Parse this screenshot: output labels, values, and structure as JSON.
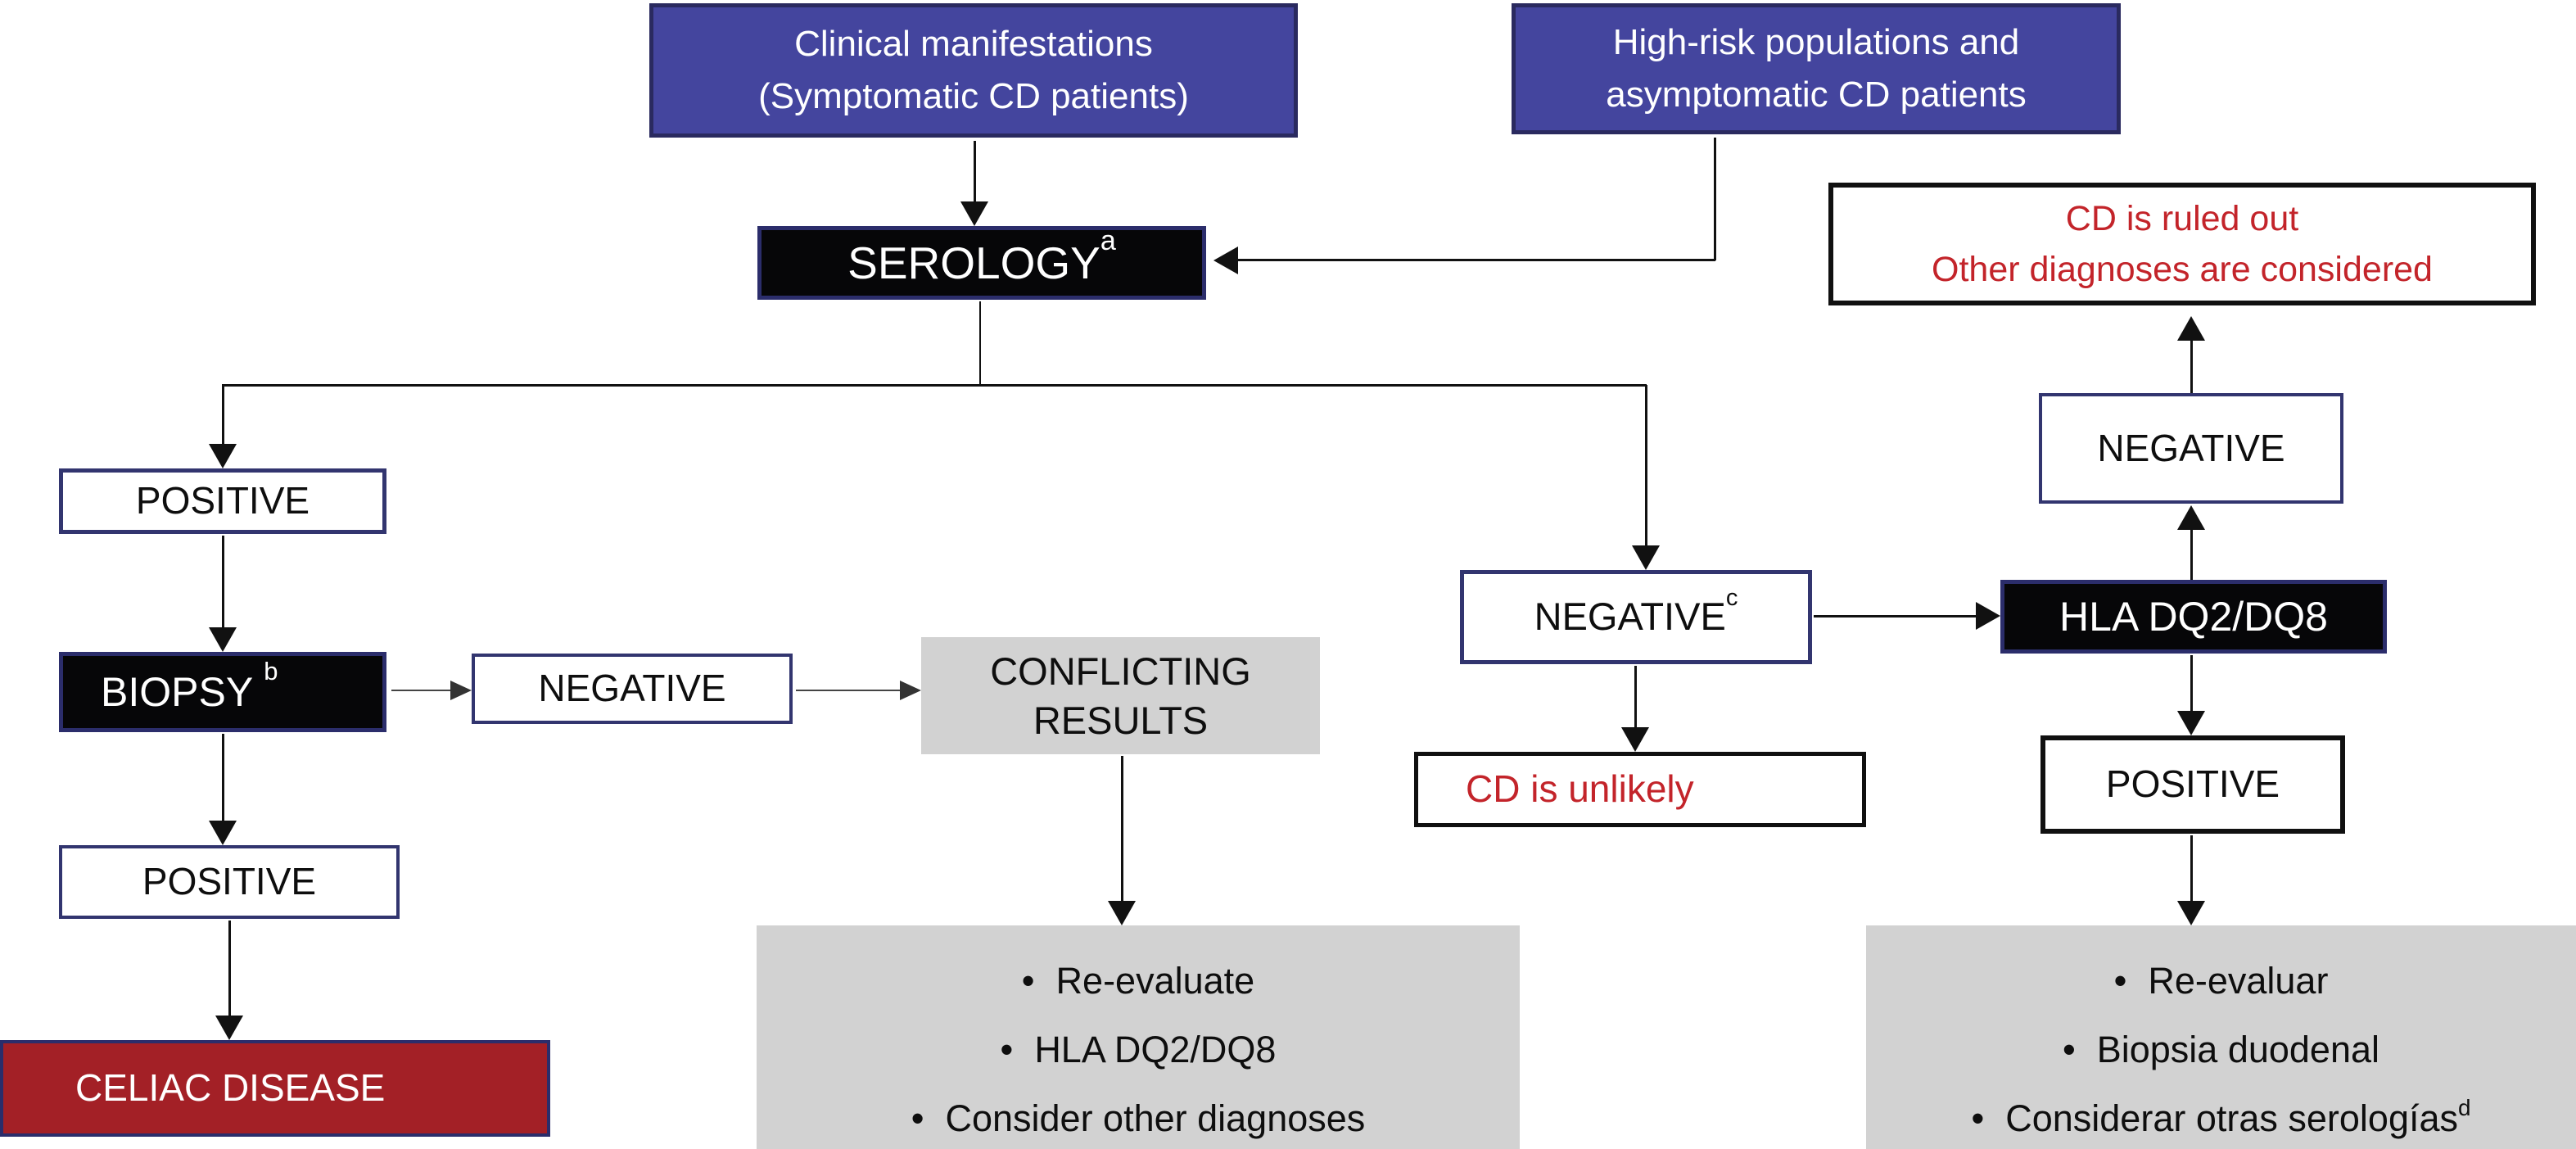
{
  "colors": {
    "box_blue": "#44459e",
    "box_black": "#060608",
    "box_gray": "#d2d2d2",
    "box_dark_red": "#a32026",
    "border_navy": "#2b2d6b",
    "border_black": "#101010",
    "text_red": "#c3242a",
    "arrow_black": "#111111"
  },
  "nodes": {
    "clinical": {
      "line1": "Clinical manifestations",
      "line2": "(Symptomatic CD patients)"
    },
    "high_risk": {
      "line1": "High-risk populations and",
      "line2": "asymptomatic CD patients"
    },
    "serology": {
      "label": "SEROLOGY",
      "sup": "a"
    },
    "cd_ruled_out": {
      "line1": "CD is ruled out",
      "line2": "Other diagnoses are considered"
    },
    "serology_positive": {
      "label": "POSITIVE"
    },
    "biopsy": {
      "label": "BIOPSY",
      "sup": "b"
    },
    "biopsy_negative": {
      "label": "NEGATIVE"
    },
    "conflicting": {
      "line1": "CONFLICTING",
      "line2": "RESULTS"
    },
    "serology_negative": {
      "label": "NEGATIVE",
      "sup": "c"
    },
    "cd_unlikely": {
      "label": "CD is unlikely"
    },
    "hla": {
      "label": "HLA DQ2/DQ8"
    },
    "hla_negative": {
      "label": "NEGATIVE"
    },
    "hla_positive": {
      "label": "POSITIVE"
    },
    "biopsy_positive": {
      "label": "POSITIVE"
    },
    "celiac_disease": {
      "label": "CELIAC DISEASE"
    },
    "conflicting_actions": {
      "item1": "Re-evaluate",
      "item2": "HLA DQ2/DQ8",
      "item3": "Consider other diagnoses"
    },
    "hla_positive_actions": {
      "item1": "Re-evaluar",
      "item2": "Biopsia duodenal",
      "item3": "Considerar otras serologías",
      "item3_sup": "d"
    }
  }
}
